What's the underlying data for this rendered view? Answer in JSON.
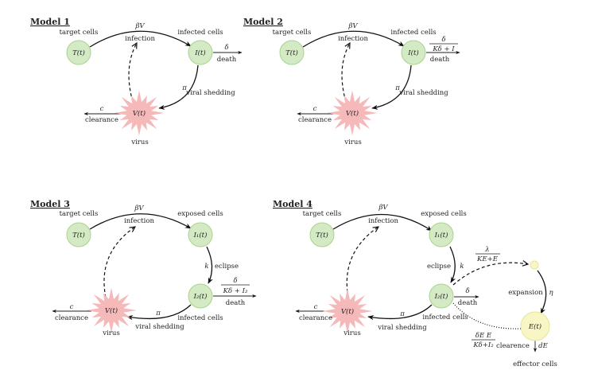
{
  "models": [
    {
      "title": "Model 1",
      "target_label": "target cells",
      "target_node": "T(t)",
      "infection_rate": "βV",
      "infection_label": "infection",
      "infected_label": "infected cells",
      "infected_node": "I(t)",
      "death_rate": "δ",
      "death_label": "death",
      "shedding_rate": "π",
      "shedding_label": "viral shedding",
      "virus_node": "V(t)",
      "clearance_rate": "c",
      "clearance_label": "clearance",
      "virus_label": "virus"
    },
    {
      "title": "Model 2",
      "target_label": "target cells",
      "target_node": "T(t)",
      "infection_rate": "βV",
      "infection_label": "infection",
      "infected_label": "infected cells",
      "infected_node": "I(t)",
      "death_rate_num": "δ",
      "death_rate_den": "Kδ + I",
      "death_label": "death",
      "shedding_rate": "π",
      "shedding_label": "viral shedding",
      "virus_node": "V(t)",
      "clearance_rate": "c",
      "clearance_label": "clearance",
      "virus_label": "virus"
    },
    {
      "title": "Model 3",
      "target_label": "target cells",
      "target_node": "T(t)",
      "infection_rate": "βV",
      "infection_label": "infection",
      "exposed_label": "exposed cells",
      "exposed_node": "I₁(t)",
      "eclipse_rate": "k",
      "eclipse_label": "eclipse",
      "infected_node": "I₂(t)",
      "infected_label": "infected cells",
      "death_rate_num": "δ",
      "death_rate_den": "Kδ + I₂",
      "death_label": "death",
      "shedding_rate": "π",
      "shedding_label": "viral shedding",
      "virus_node": "V(t)",
      "clearance_rate": "c",
      "clearance_label": "clearance",
      "virus_label": "virus"
    },
    {
      "title": "Model 4",
      "target_label": "target cells",
      "target_node": "T(t)",
      "infection_rate": "βV",
      "infection_label": "infection",
      "exposed_label": "exposed cells",
      "exposed_node": "I₁(t)",
      "eclipse_rate": "k",
      "eclipse_label": "eclipse",
      "infected_node": "I₂(t)",
      "infected_label": "infected cells",
      "death_rate": "δ",
      "death_label": "death",
      "shedding_rate": "π",
      "shedding_label": "viral shedding",
      "virus_node": "V(t)",
      "clearance_rate": "c",
      "clearance_label": "clearance",
      "virus_label": "virus",
      "recruit_rate_num": "λ",
      "recruit_rate_den": "KE+E",
      "expansion_label": "expansion",
      "expansion_rate": "η",
      "effector_node": "E(t)",
      "effector_label": "effector cells",
      "effector_clearance_label": "clearence",
      "effector_clearance_rate": "dE",
      "killing_rate_num": "δE E",
      "killing_rate_den": "Kδ+I₂"
    }
  ],
  "colors": {
    "cell": "#d4eac4",
    "virus": "#f6b9b9",
    "effector": "#f8f6c4"
  }
}
